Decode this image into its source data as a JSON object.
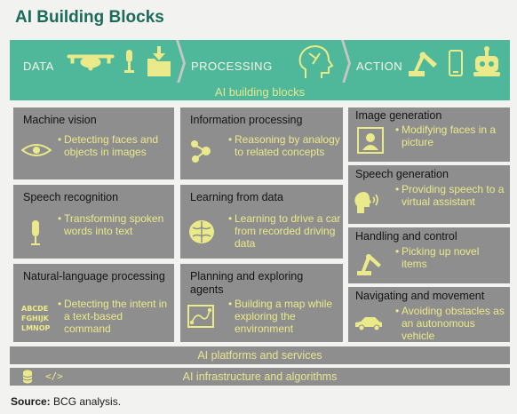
{
  "title": "AI Building Blocks",
  "stages": [
    "DATA",
    "PROCESSING",
    "ACTION"
  ],
  "building_blocks_label": "AI building blocks",
  "blocks": {
    "machine_vision": {
      "title": "Machine vision",
      "body": "Detecting faces and objects in images"
    },
    "speech_recognition": {
      "title": "Speech recognition",
      "body": "Transforming spoken words into text"
    },
    "nlp": {
      "title": "Natural-language processing",
      "body": "Detecting the intent in a text-based command"
    },
    "information_processing": {
      "title": "Information processing",
      "body": "Reasoning by analogy to related concepts"
    },
    "learning_from_data": {
      "title": "Learning from data",
      "body": "Learning to drive a car from recorded driving data"
    },
    "planning": {
      "title": "Planning and exploring agents",
      "body": "Building a map while exploring the environment"
    },
    "image_generation": {
      "title": "Image generation",
      "body": "Modifying faces in a picture"
    },
    "speech_generation": {
      "title": "Speech generation",
      "body": "Providing speech to a virtual assistant"
    },
    "handling": {
      "title": "Handling and control",
      "body": "Picking up novel items"
    },
    "navigating": {
      "title": "Navigating and movement",
      "body": "Avoiding obstacles as an autonomous vehicle"
    }
  },
  "nlp_icon_text": [
    "ABCDE",
    "FGHIJK",
    "LMNOP"
  ],
  "code_icon_text": "</>",
  "platforms_label": "AI platforms and services",
  "infrastructure_label": "AI infrastructure and algorithms",
  "source": {
    "label": "Source:",
    "text": " BCG analysis."
  },
  "colors": {
    "teal": "#4fb89a",
    "box_gray": "#8e8e8e",
    "accent_yellow": "#eaea8a",
    "title_green": "#1c6b5a"
  }
}
